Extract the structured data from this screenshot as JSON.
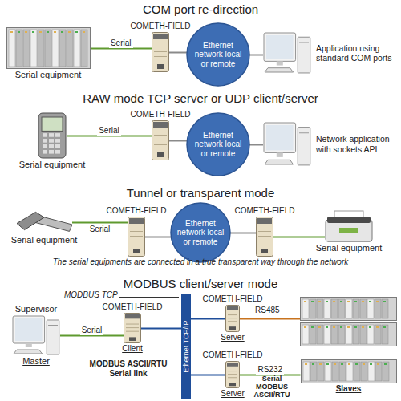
{
  "diagram": {
    "nodes": [
      {
        "text": [
          "Serial equipment"
        ]
      },
      {
        "text": [
          "COMETH-FIELD"
        ]
      },
      {
        "text": [
          "Ethernet network local or remote"
        ]
      },
      {
        "text": [
          "Application using standard COM ports"
        ]
      },
      {
        "text": [
          "Serial equipment"
        ]
      },
      {
        "text": [
          "COMETH-FIELD"
        ]
      },
      {
        "text": [
          "Ethernet network local or remote"
        ]
      },
      {
        "text": [
          "Network application with sockets API"
        ]
      },
      {
        "text": [
          "Serial equipment"
        ]
      },
      {
        "text": [
          "COMETH-FIELD"
        ]
      },
      {
        "text": [
          "Ethernet network local or remote"
        ]
      },
      {
        "text": [
          "COMETH-FIELD"
        ]
      },
      {
        "text": [
          "Serial equipment"
        ]
      },
      {
        "text": [
          "Supervisor",
          "Master"
        ]
      },
      {
        "text": [
          "COMETH-FIELD",
          "Client"
        ]
      },
      {
        "text": [
          "Ethernet TCP/IP"
        ]
      },
      {
        "text": [
          "COMETH-FIELD",
          "Server"
        ]
      },
      {
        "text": [
          "COMETH-FIELD",
          "Server"
        ]
      },
      {
        "text": [
          "Slaves"
        ]
      }
    ],
    "edges": [
      {
        "from": 0,
        "to": 1,
        "arrow": "none",
        "label": "Serial"
      },
      {
        "from": 1,
        "to": 2,
        "arrow": "none"
      },
      {
        "from": 2,
        "to": 3,
        "arrow": "none"
      },
      {
        "from": 4,
        "to": 5,
        "arrow": "none",
        "label": "Serial"
      },
      {
        "from": 5,
        "to": 6,
        "arrow": "none"
      },
      {
        "from": 6,
        "to": 7,
        "arrow": "none"
      },
      {
        "from": 8,
        "to": 9,
        "arrow": "none",
        "label": "Serial"
      },
      {
        "from": 9,
        "to": 10,
        "arrow": "none"
      },
      {
        "from": 10,
        "to": 11,
        "arrow": "none"
      },
      {
        "from": 11,
        "to": 12,
        "arrow": "none"
      },
      {
        "from": 13,
        "to": 14,
        "arrow": "none",
        "label": "Serial"
      },
      {
        "from": 14,
        "to": 15,
        "arrow": "none"
      },
      {
        "from": 15,
        "to": 16,
        "arrow": "none"
      },
      {
        "from": 15,
        "to": 17,
        "arrow": "none"
      },
      {
        "from": 17,
        "to": 18,
        "arrow": "none",
        "label": "RS232"
      }
    ],
    "labels": [
      "COM port re-direction",
      "RAW mode TCP server or UDP client/server",
      "Tunnel or transparent mode",
      "The serial equipments are connected in a true transparent way through the network",
      "MODBUS client/server mode",
      "MODBUS TCP",
      "MODBUS ASCII/RTU Serial link",
      "RS485",
      "Serial MODBUS ASCII/RTU"
    ]
  }
}
